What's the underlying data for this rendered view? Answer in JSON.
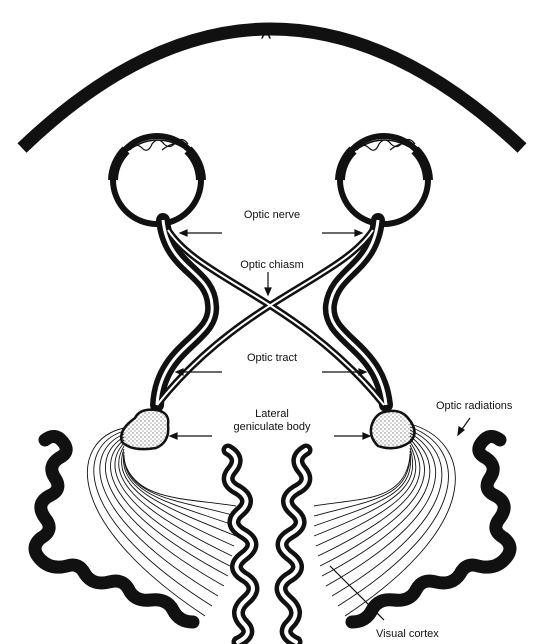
{
  "labels": {
    "top_mark": "^",
    "optic_nerve": "Optic nerve",
    "optic_chiasm": "Optic chiasm",
    "optic_tract": "Optic tract",
    "lateral_geniculate_line1": "Lateral",
    "lateral_geniculate_line2": "geniculate body",
    "optic_radiations": "Optic radiations",
    "visual_cortex": "Visual cortex"
  },
  "colors": {
    "ink": "#111111",
    "paper": "#ffffff",
    "stipple": "#777777"
  }
}
